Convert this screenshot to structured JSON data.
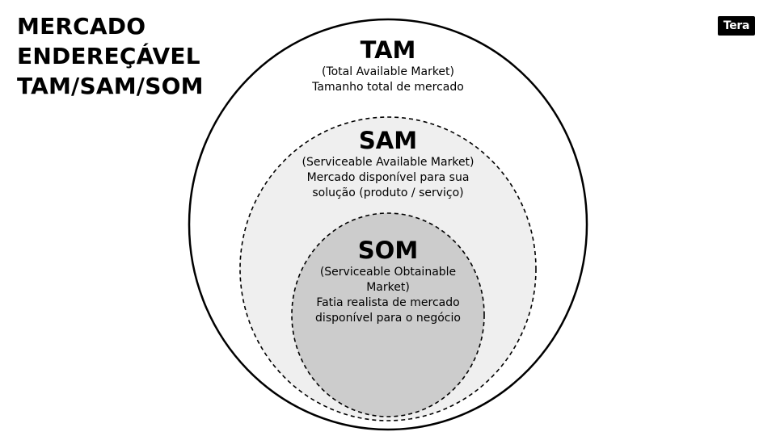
{
  "slide": {
    "title_lines": [
      "MERCADO",
      "ENDEREÇÁVEL",
      "TAM/SAM/SOM"
    ],
    "logo_text": "Tera"
  },
  "diagram": {
    "tam": {
      "heading": "TAM",
      "line1": "(Total Available Market)",
      "line2": "Tamanho total de mercado"
    },
    "sam": {
      "heading": "SAM",
      "line1": "(Serviceable Available Market)",
      "line2": "Mercado disponível para sua",
      "line3": "solução (produto / serviço)"
    },
    "som": {
      "heading": "SOM",
      "line1": "(Serviceable Obtainable",
      "line2": "Market)",
      "line3": "Fatia realista de mercado",
      "line4": "disponível para o negócio"
    },
    "colors": {
      "tam_fill": "#ffffff",
      "sam_fill": "#efefef",
      "som_fill": "#cccccc",
      "stroke": "#000000"
    }
  }
}
